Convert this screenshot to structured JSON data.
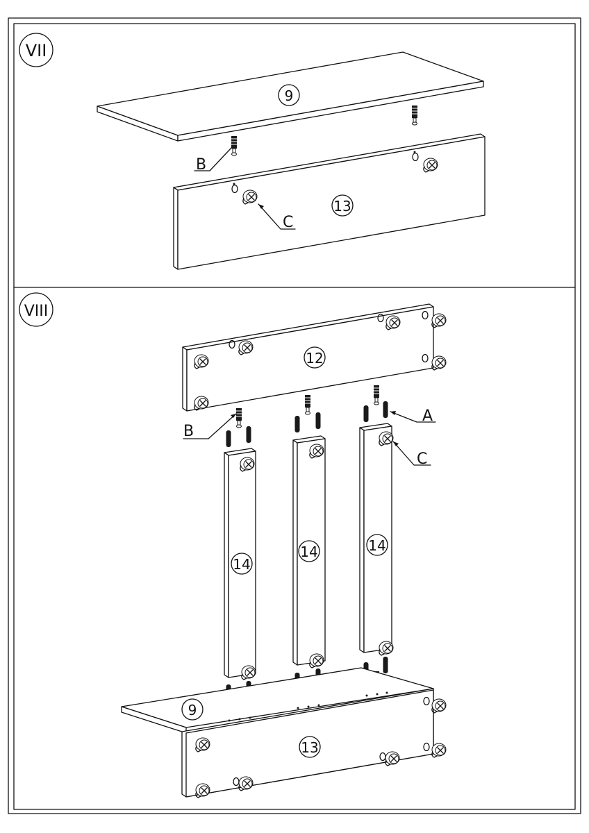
{
  "steps": [
    {
      "roman": "VII"
    },
    {
      "roman": "VIII"
    }
  ],
  "parts": {
    "p9": "9",
    "p12": "12",
    "p13": "13",
    "p14": "14"
  },
  "hardware": {
    "A": "A",
    "B": "B",
    "C": "C"
  }
}
